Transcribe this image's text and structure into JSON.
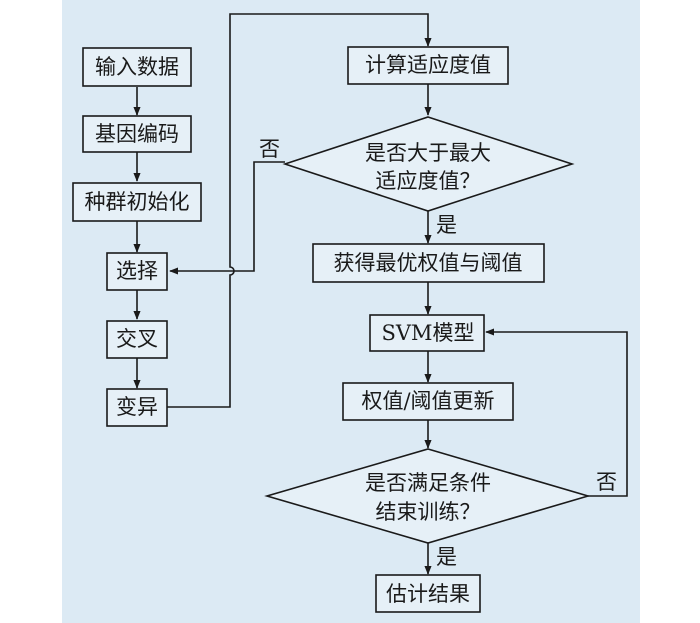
{
  "colors": {
    "panel": "#dceaf4",
    "box_fill": "#e6f0f7",
    "stroke": "#1a1a1a"
  },
  "nodes": {
    "input_data": "输入数据",
    "gene_encoding": "基因编码",
    "population_init": "种群初始化",
    "selection": "选择",
    "crossover": "交叉",
    "mutation": "变异",
    "calc_fitness": "计算适应度值",
    "decision_max_fitness": [
      "是否大于最大",
      "适应度值？"
    ],
    "get_best_weights": "获得最优权值与阈值",
    "svm_model": "SVM模型",
    "update_weights": "权值/阈值更新",
    "decision_training": [
      "是否满足条件",
      "结束训练？"
    ],
    "estimate_result": "估计结果"
  },
  "edge_labels": {
    "no_fitness": "否",
    "yes_fitness": "是",
    "no_training": "否",
    "yes_training": "是"
  }
}
